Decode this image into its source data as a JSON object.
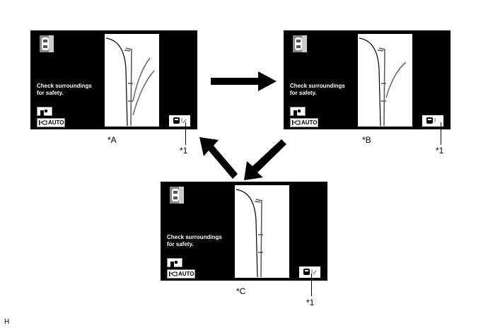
{
  "screens": [
    {
      "id": "A",
      "message_line1": "Check surroundings",
      "message_line2": "for safety.",
      "auto_label": "AUTO",
      "caption": "*A",
      "callout": "*1"
    },
    {
      "id": "B",
      "message_line1": "Check surroundings",
      "message_line2": "for safety.",
      "auto_label": "AUTO",
      "caption": "*B",
      "callout": "*1"
    },
    {
      "id": "C",
      "message_line1": "Check surroundings",
      "message_line2": "for safety.",
      "auto_label": "AUTO",
      "caption": "*C",
      "callout": "*1"
    }
  ],
  "page_letter": "H",
  "colors": {
    "screen_bg": "#000000",
    "camera_bg": "#ffffff",
    "arrow": "#000000"
  },
  "icons": [
    "car-top-icon",
    "camera-view-icon",
    "auto-switch-icon",
    "sonar-icon"
  ]
}
